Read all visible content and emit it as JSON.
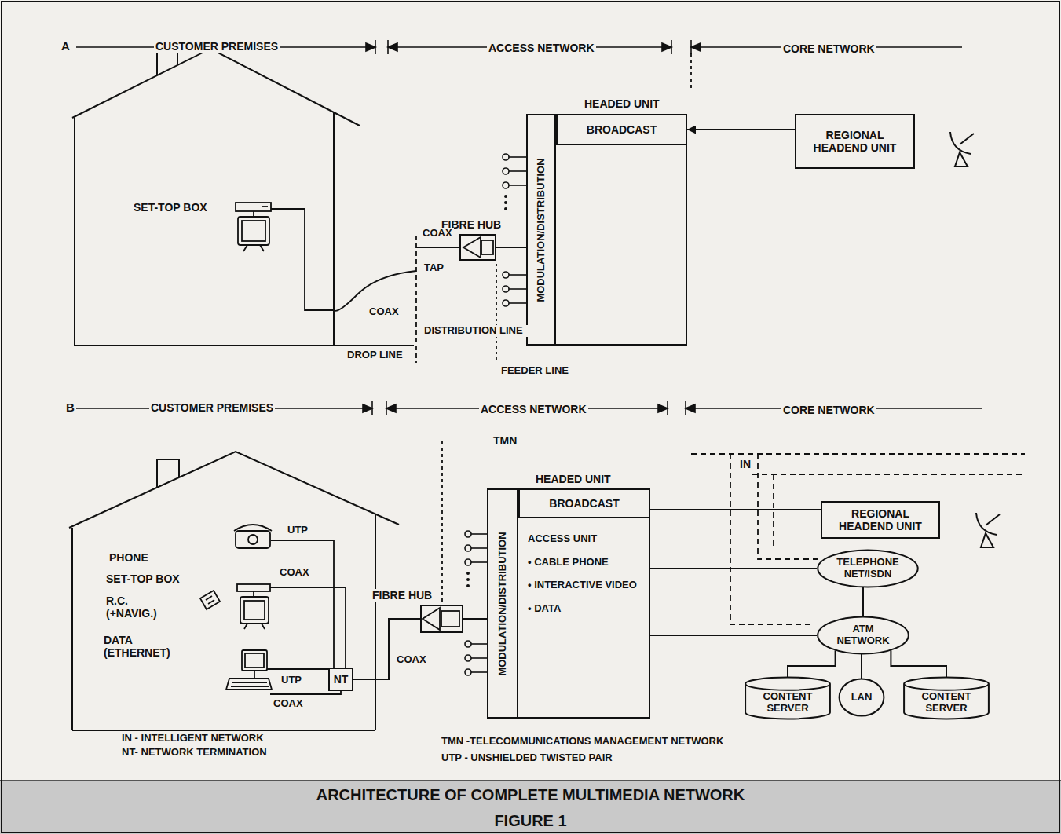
{
  "diagram": {
    "title": "ARCHITECTURE OF COMPLETE MULTIMEDIA NETWORK",
    "caption": "FIGURE 1",
    "nodes": [
      {
        "text": [
          "HEADED UNIT"
        ]
      },
      {
        "text": [
          "BROADCAST"
        ],
        "in": 0
      },
      {
        "text": [
          "MODULATION/DISTRIBUTION"
        ],
        "in": 0
      },
      {
        "text": [
          "REGIONAL HEADEND UNIT"
        ]
      },
      {
        "text": [
          "FIBRE HUB"
        ]
      },
      {
        "text": [
          "HEADED UNIT"
        ]
      },
      {
        "text": [
          "BROADCAST"
        ],
        "in": 5
      },
      {
        "text": [
          "MODULATION/DISTRIBUTION"
        ],
        "in": 5
      },
      {
        "text": [
          "ACCESS UNIT",
          "• CABLE PHONE",
          "• INTERACTIVE VIDEO",
          "• DATA"
        ],
        "in": 5
      },
      {
        "text": [
          "REGIONAL HEADEND UNIT"
        ]
      },
      {
        "text": [
          "TELEPHONE NET/ISDN"
        ]
      },
      {
        "text": [
          "FIBRE HUB"
        ]
      },
      {
        "text": [
          "NT"
        ]
      },
      {
        "text": [
          "ATM NETWORK"
        ]
      },
      {
        "text": [
          "CONTENT SERVER"
        ]
      },
      {
        "text": [
          "LAN"
        ]
      },
      {
        "text": [
          "CONTENT SERVER"
        ]
      }
    ],
    "edges": [
      {
        "from": 3,
        "to": 1,
        "arrow": "to"
      },
      {
        "from": 4,
        "to": 2,
        "arrow": "none"
      },
      {
        "from": 9,
        "to": 6,
        "arrow": "none"
      },
      {
        "from": 5,
        "to": 10,
        "arrow": "none"
      },
      {
        "from": 5,
        "to": 13,
        "arrow": "none"
      },
      {
        "from": 10,
        "to": 13,
        "arrow": "none"
      },
      {
        "from": 13,
        "to": 14,
        "arrow": "none"
      },
      {
        "from": 13,
        "to": 15,
        "arrow": "none"
      },
      {
        "from": 13,
        "to": 16,
        "arrow": "none"
      },
      {
        "from": 11,
        "to": 7,
        "arrow": "none"
      },
      {
        "from": 12,
        "to": 11,
        "arrow": "none"
      }
    ],
    "labels": [
      "A",
      "CUSTOMER PREMISES",
      "ACCESS NETWORK",
      "CORE NETWORK",
      "SET-TOP BOX",
      "COAX",
      "TAP",
      "COAX",
      "DISTRIBUTION LINE",
      "DROP LINE",
      "FEEDER LINE",
      "B",
      "CUSTOMER PREMISES",
      "ACCESS NETWORK",
      "CORE NETWORK",
      "TMN",
      "IN",
      "UTP",
      "PHONE",
      "COAX",
      "SET-TOP BOX",
      "R.C. (+NAVIG.)",
      "DATA (ETHERNET)",
      "COAX",
      "UTP",
      "COAX",
      "IN - INTELLIGENT NETWORK",
      "NT- NETWORK TERMINATION",
      "TMN -TELECOMMUNICATIONS MANAGEMENT NETWORK",
      "UTP - UNSHIELDED TWISTED PAIR"
    ]
  }
}
